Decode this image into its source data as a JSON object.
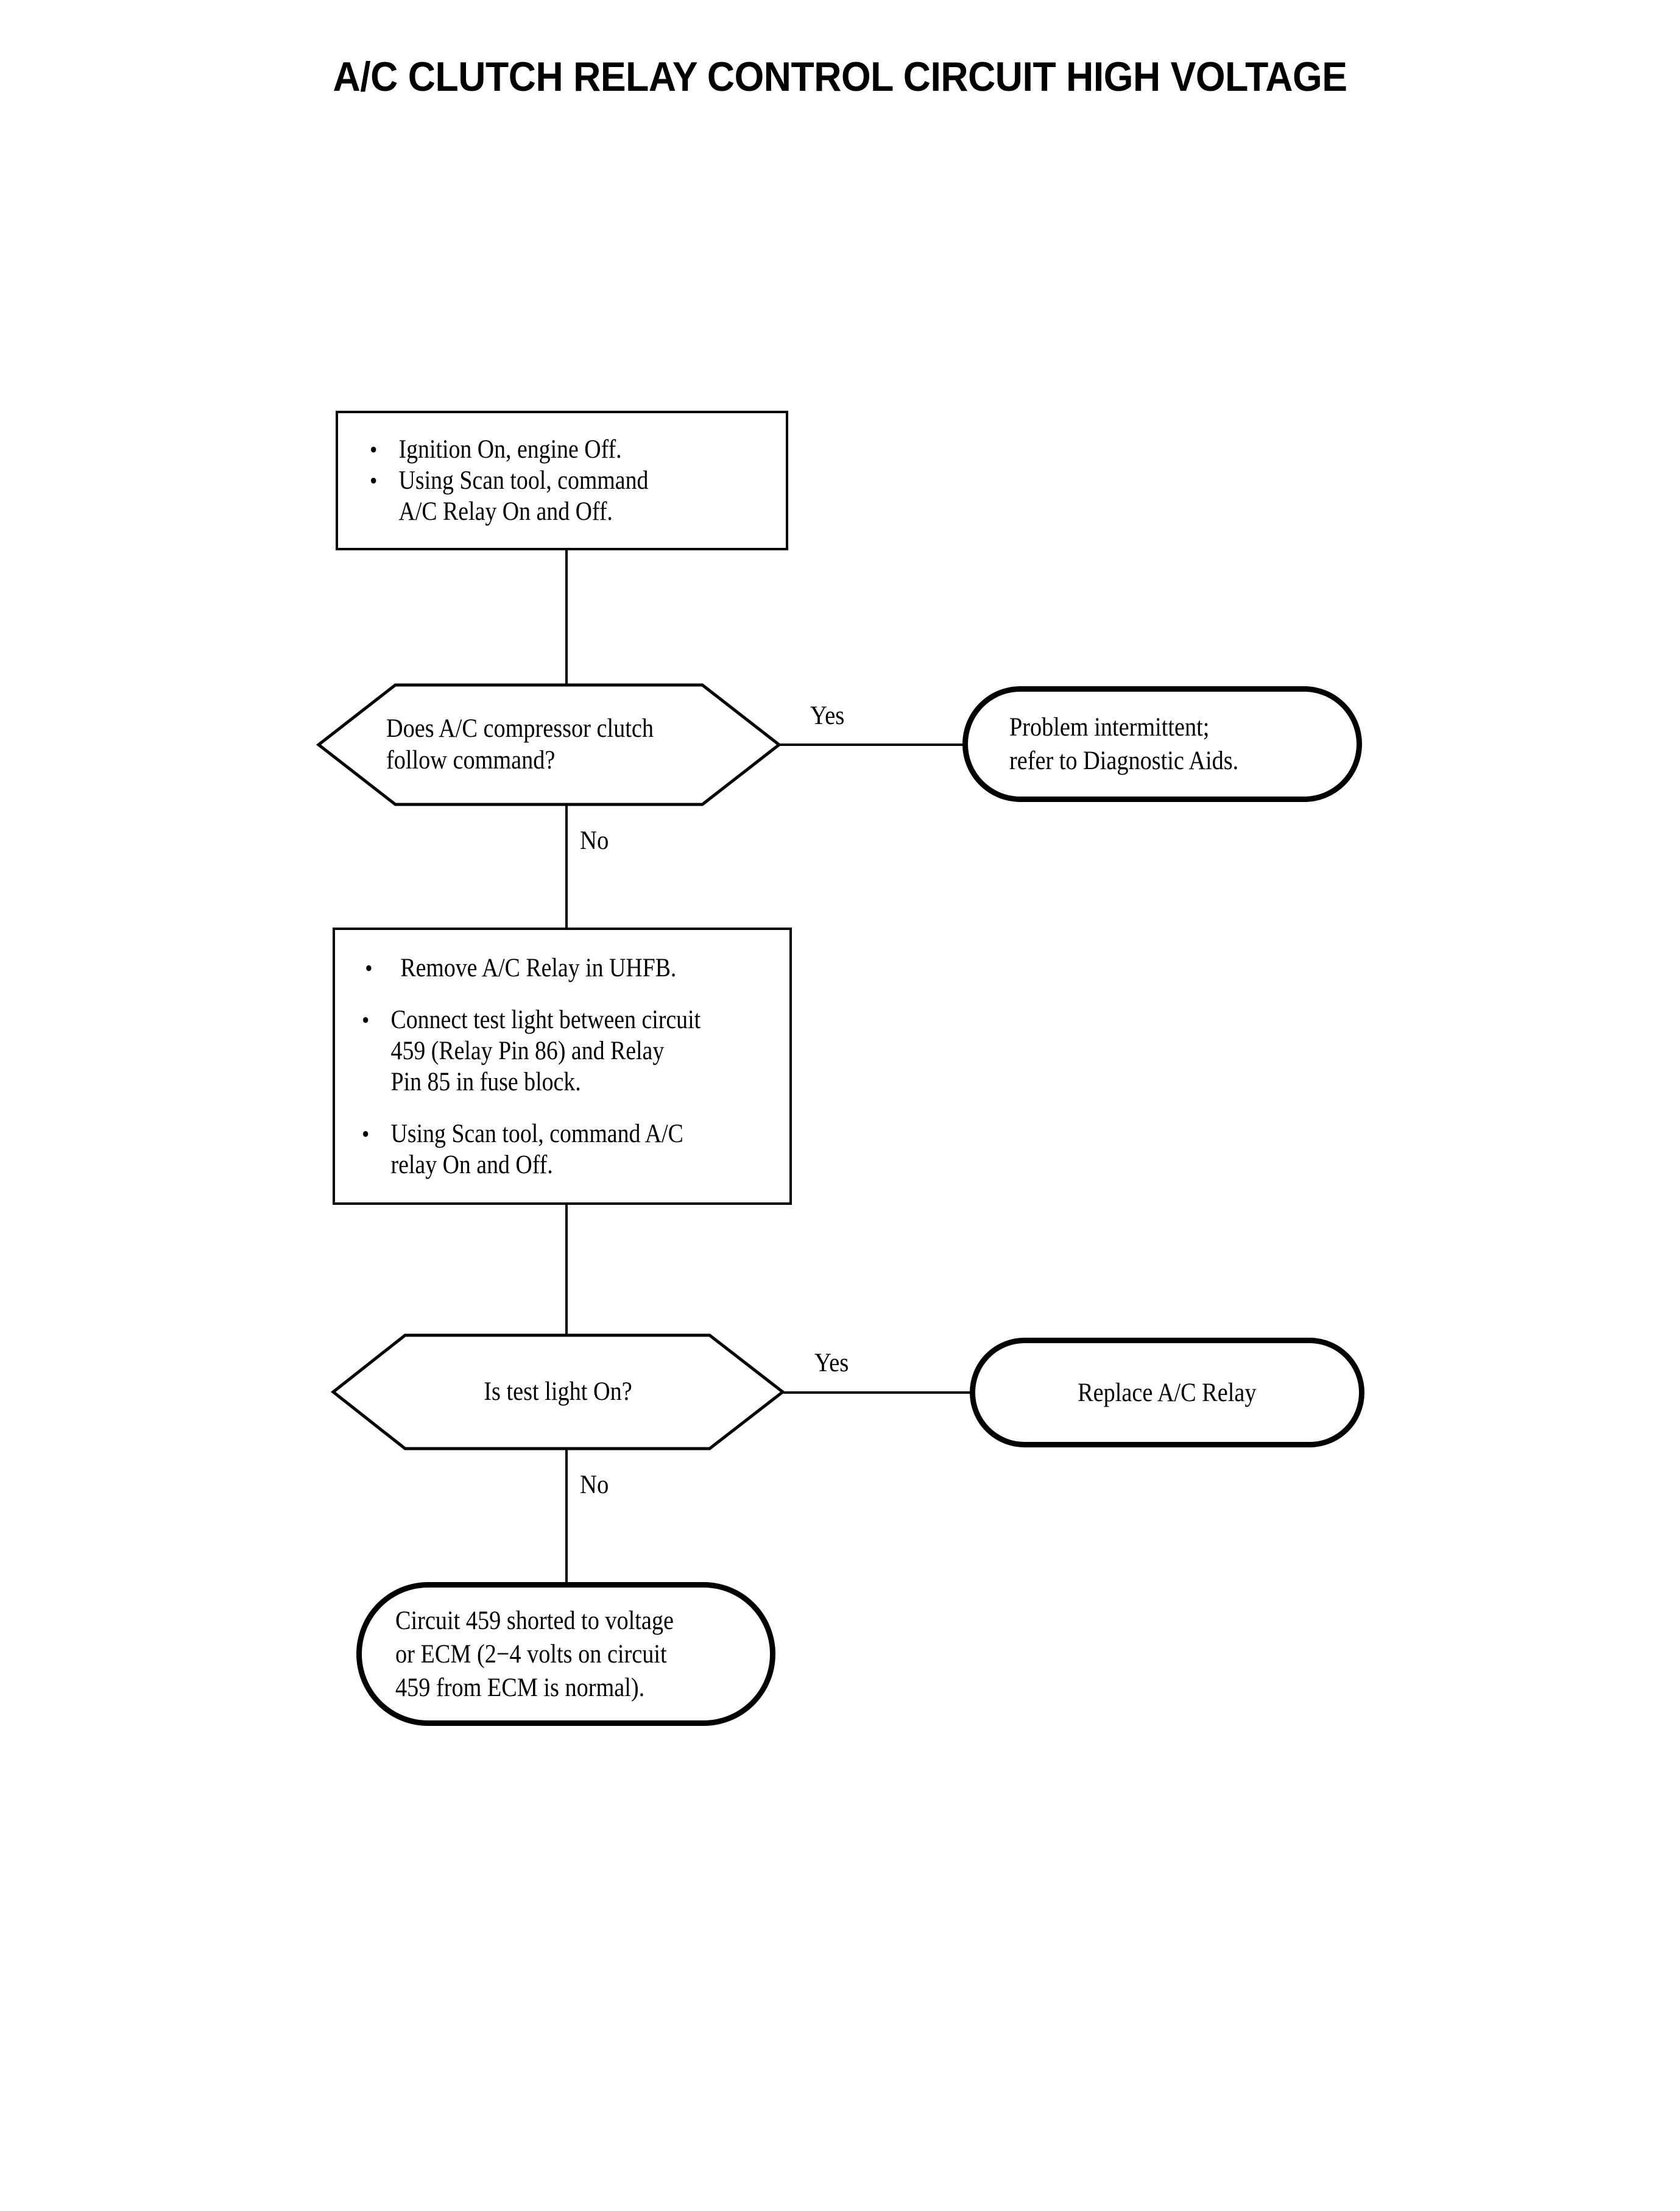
{
  "title": "A/C CLUTCH RELAY CONTROL CIRCUIT HIGH VOLTAGE",
  "colors": {
    "ink": "#000000",
    "paper": "#ffffff"
  },
  "chart_data": {
    "type": "diagram",
    "subtype": "flowchart",
    "title": "A/C CLUTCH RELAY CONTROL CIRCUIT HIGH VOLTAGE",
    "orientation": "top-to-bottom",
    "nodes": [
      {
        "id": "step1",
        "shape": "process",
        "bullets": [
          "Ignition On, engine Off.",
          "Using Scan tool, command A/C Relay On and Off."
        ]
      },
      {
        "id": "decision1",
        "shape": "decision",
        "text": "Does A/C compressor clutch follow command?"
      },
      {
        "id": "terminal1",
        "shape": "terminator",
        "text": "Problem intermittent; refer to Diagnostic Aids."
      },
      {
        "id": "step2",
        "shape": "process",
        "bullets": [
          "Remove A/C Relay in UHFB.",
          "Connect test light between circuit 459 (Relay Pin 86) and Relay Pin 85 in fuse block.",
          "Using Scan tool, command A/C relay On and Off."
        ]
      },
      {
        "id": "decision2",
        "shape": "decision",
        "text": "Is test light On?"
      },
      {
        "id": "terminal2",
        "shape": "terminator",
        "text": "Replace A/C Relay"
      },
      {
        "id": "terminal3",
        "shape": "terminator",
        "text": "Circuit 459 shorted to voltage or ECM (2−4 volts on circuit 459 from ECM is normal)."
      }
    ],
    "edges": [
      {
        "from": "step1",
        "to": "decision1",
        "label": ""
      },
      {
        "from": "decision1",
        "to": "terminal1",
        "label": "Yes"
      },
      {
        "from": "decision1",
        "to": "step2",
        "label": "No"
      },
      {
        "from": "step2",
        "to": "decision2",
        "label": ""
      },
      {
        "from": "decision2",
        "to": "terminal2",
        "label": "Yes"
      },
      {
        "from": "decision2",
        "to": "terminal3",
        "label": "No"
      }
    ]
  },
  "nodes": {
    "step1": {
      "bullet_glyph": "•",
      "b1": "Ignition On, engine Off.",
      "b2": "Using Scan tool, command\nA/C Relay On and Off."
    },
    "decision1": {
      "text": "Does A/C compressor clutch\nfollow command?"
    },
    "terminal1": {
      "text": "Problem intermittent;\nrefer to Diagnostic Aids."
    },
    "step2": {
      "bullet_glyph": "•",
      "b1": "Remove A/C Relay in UHFB.",
      "b2": "Connect test light between circuit\n459 (Relay Pin 86) and Relay\nPin 85 in fuse block.",
      "b3": "Using Scan tool, command A/C\nrelay On and Off."
    },
    "decision2": {
      "text": "Is test light On?"
    },
    "terminal2": {
      "text": "Replace A/C Relay"
    },
    "terminal3": {
      "text": "Circuit 459 shorted to voltage\nor ECM (2−4 volts on circuit\n459 from ECM is normal)."
    }
  },
  "edge_labels": {
    "d1_yes": "Yes",
    "d1_no": "No",
    "d2_yes": "Yes",
    "d2_no": "No"
  }
}
